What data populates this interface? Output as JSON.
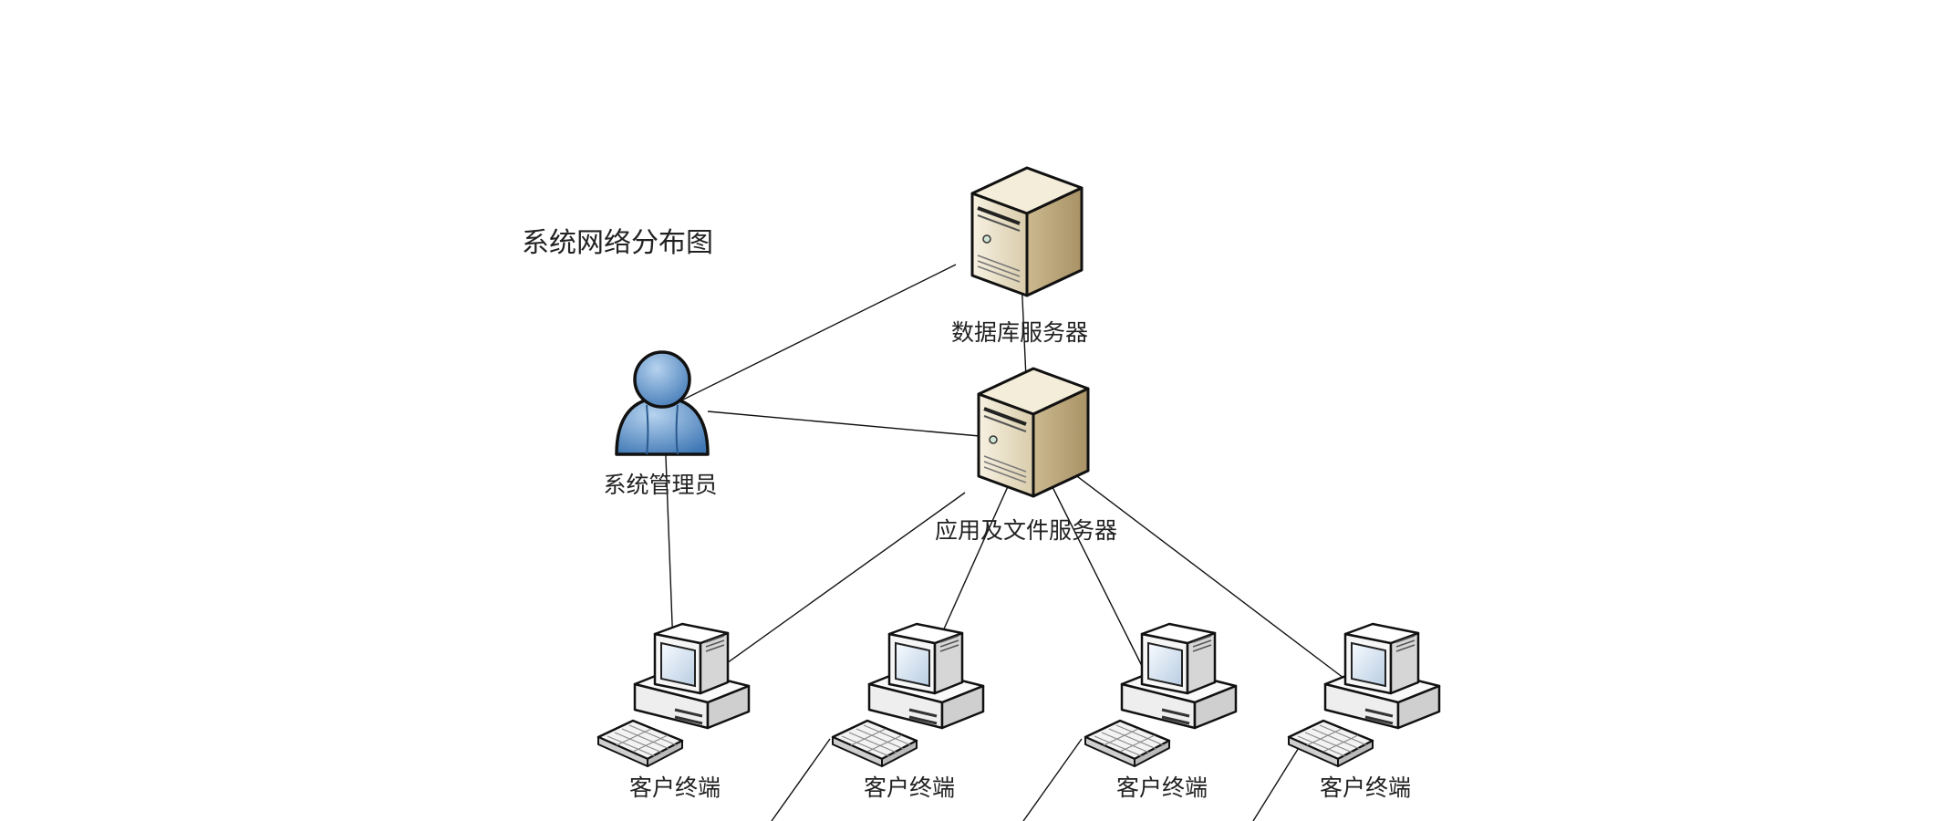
{
  "diagram": {
    "title": "系统网络分布图",
    "nodes": {
      "db_server": {
        "label": "数据库服务器",
        "icon": "server-icon"
      },
      "app_server": {
        "label": "应用及文件服务器",
        "icon": "server-icon"
      },
      "admin": {
        "label": "系统管理员",
        "icon": "user-icon"
      },
      "client_1": {
        "label": "客户终端",
        "icon": "computer-icon"
      },
      "client_2": {
        "label": "客户终端",
        "icon": "computer-icon"
      },
      "client_3": {
        "label": "客户终端",
        "icon": "computer-icon"
      },
      "client_4": {
        "label": "客户终端",
        "icon": "computer-icon"
      }
    },
    "edges": [
      {
        "from": "db_server",
        "to": "admin",
        "arrow": "end"
      },
      {
        "from": "admin",
        "to": "app_server",
        "arrow": "end"
      },
      {
        "from": "db_server",
        "to": "app_server",
        "arrow": "end"
      },
      {
        "from": "admin",
        "to": "client_1",
        "arrow": "end"
      },
      {
        "from": "app_server",
        "to": "client_1",
        "arrow": "end"
      },
      {
        "from": "app_server",
        "to": "client_2",
        "arrow": "end"
      },
      {
        "from": "app_server",
        "to": "client_3",
        "arrow": "end"
      },
      {
        "from": "app_server",
        "to": "client_4",
        "arrow": "end"
      }
    ],
    "colors": {
      "server_face": "#ece3cc",
      "server_side": "#c7b48c",
      "user_fill": "#6d9fd2",
      "computer_fill": "#f2f2f2",
      "screen_fill": "#dfe9f4"
    }
  }
}
